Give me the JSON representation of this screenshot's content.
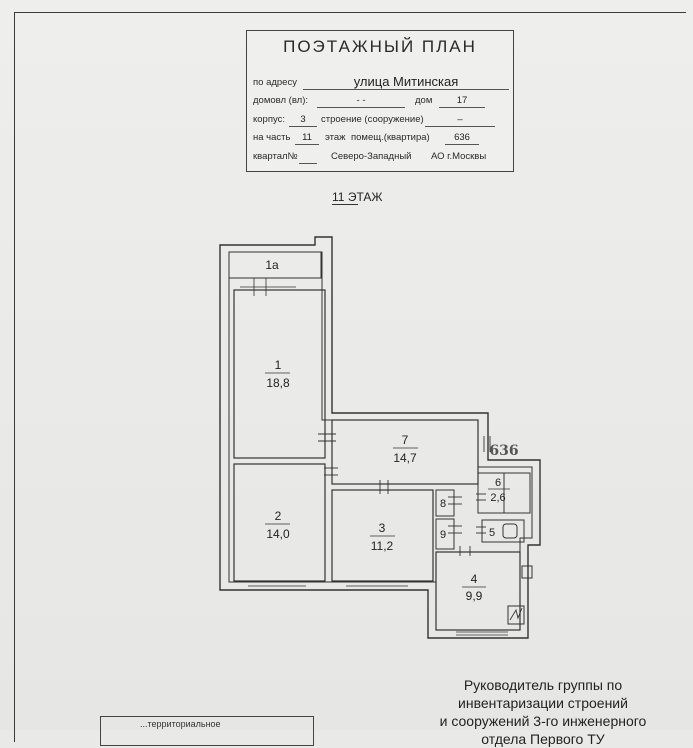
{
  "header": {
    "title": "ПОЭТАЖНЫЙ ПЛАН",
    "address_label": "по адресу",
    "address_value": "улица Митинская",
    "domovl_label": "домовл (вл):",
    "domovl_value": "- -",
    "dom_label": "дом",
    "dom_value": "17",
    "korpus_label": "корпус:",
    "korpus_value": "3",
    "stroenie_label": "строение (сооружение)",
    "stroenie_value": "–",
    "nachast_label": "на часть",
    "nachast_value": "11",
    "etazh_label": "этаж",
    "pomesh_label": "помещ.(квартира)",
    "pomesh_value": "636",
    "kvartal_label": "квартал№",
    "district_value": "Северо-Западный",
    "ao_value": "АО г.Москвы"
  },
  "floor": {
    "number": "11",
    "label": "ЭТАЖ"
  },
  "plan": {
    "apartment_number": "636",
    "rooms": [
      {
        "id": "1a",
        "area": ""
      },
      {
        "id": "1",
        "area": "18,8"
      },
      {
        "id": "2",
        "area": "14,0"
      },
      {
        "id": "3",
        "area": "11,2"
      },
      {
        "id": "4",
        "area": "9,9"
      },
      {
        "id": "5",
        "area": ""
      },
      {
        "id": "6",
        "area": "2,6"
      },
      {
        "id": "7",
        "area": "14,7"
      },
      {
        "id": "8",
        "area": ""
      },
      {
        "id": "9",
        "area": ""
      }
    ]
  },
  "signature": {
    "line1": "Руководитель группы по",
    "line2": "инвентаризации строений",
    "line3": "и сооружений 3-го инженерного",
    "line4": "отдела Первого ТУ"
  },
  "stamp": {
    "text": "...территориальное"
  }
}
